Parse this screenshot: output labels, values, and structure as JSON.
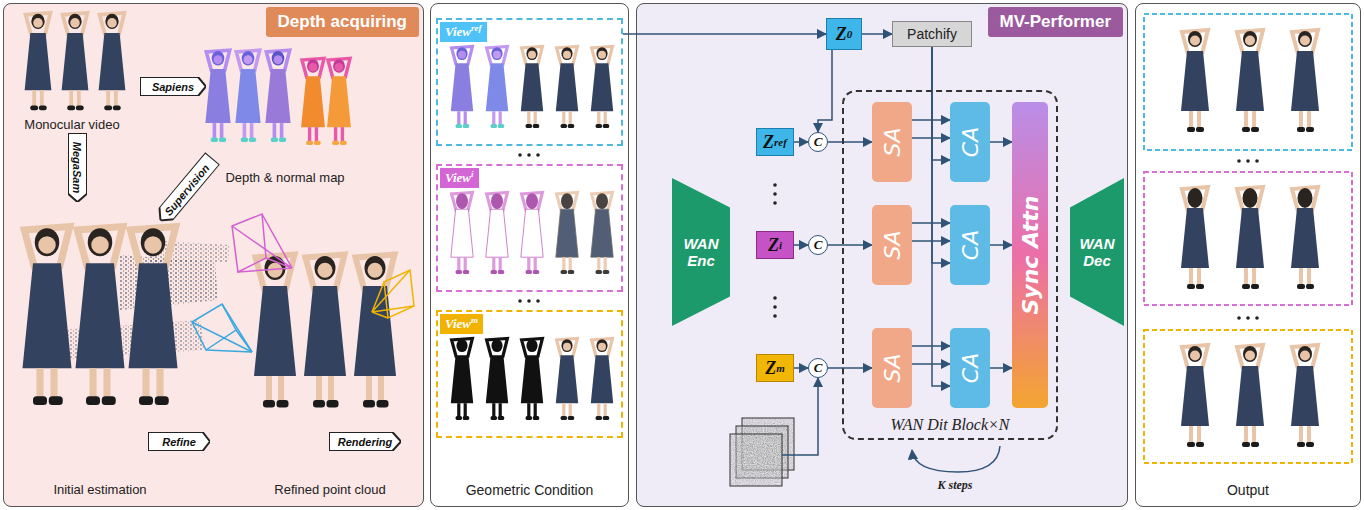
{
  "diagram": {
    "nodes": [
      {
        "text": [
          "Depth acquiring"
        ]
      },
      {
        "text": [
          "Sapiens"
        ],
        "in": 0
      },
      {
        "text": [
          "MegaSam"
        ],
        "in": 0
      },
      {
        "text": [
          "Supervision"
        ],
        "in": 0
      },
      {
        "text": [
          "Refine"
        ],
        "in": 0
      },
      {
        "text": [
          "Rendering"
        ],
        "in": 0
      },
      {
        "text": [
          "Geometric Condition"
        ]
      },
      {
        "text": [
          "View",
          "ref"
        ],
        "in": 6
      },
      {
        "text": [
          "View",
          "i"
        ],
        "in": 6
      },
      {
        "text": [
          "View",
          "m"
        ],
        "in": 6
      },
      {
        "text": [
          "MV-Performer"
        ]
      },
      {
        "text": [
          "Z",
          "0"
        ],
        "in": 10
      },
      {
        "text": [
          "Patchify"
        ],
        "in": 10
      },
      {
        "text": [
          "WAN Enc"
        ],
        "in": 10
      },
      {
        "text": [
          "Z",
          "ref"
        ],
        "in": 10
      },
      {
        "text": [
          "Z",
          "i"
        ],
        "in": 10
      },
      {
        "text": [
          "Z",
          "m"
        ],
        "in": 10
      },
      {
        "text": [
          "C"
        ],
        "in": 10
      },
      {
        "text": [
          "C"
        ],
        "in": 10
      },
      {
        "text": [
          "C"
        ],
        "in": 10
      },
      {
        "text": [
          "WAN Dit Block×N"
        ],
        "in": 10
      },
      {
        "text": [
          "SA"
        ],
        "in": 20
      },
      {
        "text": [
          "CA"
        ],
        "in": 20
      },
      {
        "text": [
          "SA"
        ],
        "in": 20
      },
      {
        "text": [
          "CA"
        ],
        "in": 20
      },
      {
        "text": [
          "SA"
        ],
        "in": 20
      },
      {
        "text": [
          "CA"
        ],
        "in": 20
      },
      {
        "text": [
          "Sync Attn"
        ],
        "in": 20
      },
      {
        "text": [
          "WAN Dec"
        ],
        "in": 10
      },
      {
        "text": [
          "Output"
        ]
      }
    ],
    "edges": [
      {
        "from": 7,
        "to": 11,
        "arrow": "to"
      },
      {
        "from": 11,
        "to": 12,
        "arrow": "to"
      },
      {
        "from": 11,
        "to": 17,
        "arrow": "to"
      },
      {
        "from": 14,
        "to": 17,
        "arrow": "to"
      },
      {
        "from": 17,
        "to": 21,
        "arrow": "to"
      },
      {
        "from": 15,
        "to": 18,
        "arrow": "to"
      },
      {
        "from": 18,
        "to": 23,
        "arrow": "to"
      },
      {
        "from": 16,
        "to": 19,
        "arrow": "to"
      },
      {
        "from": 19,
        "to": 25,
        "arrow": "to"
      },
      {
        "from": 21,
        "to": 22,
        "arrow": "to"
      },
      {
        "from": 21,
        "to": 22,
        "arrow": "to"
      },
      {
        "from": 23,
        "to": 24,
        "arrow": "to"
      },
      {
        "from": 23,
        "to": 24,
        "arrow": "to"
      },
      {
        "from": 25,
        "to": 26,
        "arrow": "to"
      },
      {
        "from": 25,
        "to": 26,
        "arrow": "to"
      },
      {
        "from": 12,
        "to": 22,
        "arrow": "to"
      },
      {
        "from": 12,
        "to": 24,
        "arrow": "to"
      },
      {
        "from": 12,
        "to": 26,
        "arrow": "to"
      },
      {
        "from": 22,
        "to": 27,
        "arrow": "to"
      },
      {
        "from": 24,
        "to": 27,
        "arrow": "to"
      },
      {
        "from": 26,
        "to": 27,
        "arrow": "to"
      }
    ],
    "labels": [
      "Monocular video",
      "Depth & normal map",
      "Initial estimation",
      "Refined point cloud",
      "K steps"
    ]
  }
}
